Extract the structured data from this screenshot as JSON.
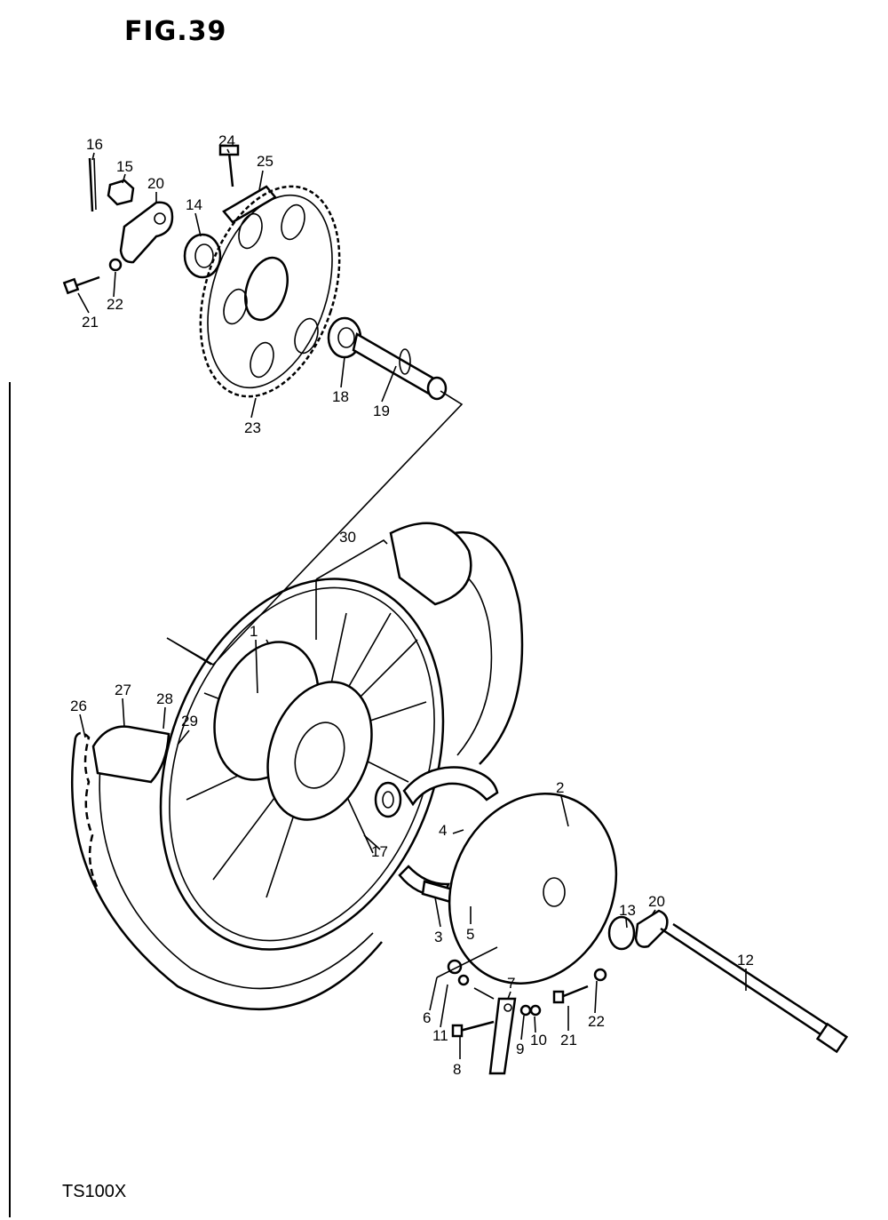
{
  "header": {
    "figure": "FIG.39"
  },
  "footer": {
    "model": "TS100X"
  },
  "callouts": [
    {
      "id": "c16",
      "text": "16"
    },
    {
      "id": "c15",
      "text": "15"
    },
    {
      "id": "c20a",
      "text": "20"
    },
    {
      "id": "c14",
      "text": "14"
    },
    {
      "id": "c24",
      "text": "24"
    },
    {
      "id": "c25",
      "text": "25"
    },
    {
      "id": "c21a",
      "text": "21"
    },
    {
      "id": "c22a",
      "text": "22"
    },
    {
      "id": "c23",
      "text": "23"
    },
    {
      "id": "c18",
      "text": "18"
    },
    {
      "id": "c19",
      "text": "19"
    },
    {
      "id": "c30",
      "text": "30"
    },
    {
      "id": "c1",
      "text": "1"
    },
    {
      "id": "c26",
      "text": "26"
    },
    {
      "id": "c27",
      "text": "27"
    },
    {
      "id": "c28",
      "text": "28"
    },
    {
      "id": "c29",
      "text": "29"
    },
    {
      "id": "c2",
      "text": "2"
    },
    {
      "id": "c4",
      "text": "4"
    },
    {
      "id": "c17",
      "text": "17"
    },
    {
      "id": "c3",
      "text": "3"
    },
    {
      "id": "c5",
      "text": "5"
    },
    {
      "id": "c13",
      "text": "13"
    },
    {
      "id": "c20b",
      "text": "20"
    },
    {
      "id": "c12",
      "text": "12"
    },
    {
      "id": "c7",
      "text": "7"
    },
    {
      "id": "c6",
      "text": "6"
    },
    {
      "id": "c11",
      "text": "11"
    },
    {
      "id": "c9",
      "text": "9"
    },
    {
      "id": "c10",
      "text": "10"
    },
    {
      "id": "c21b",
      "text": "21"
    },
    {
      "id": "c22b",
      "text": "22"
    },
    {
      "id": "c8",
      "text": "8"
    }
  ]
}
